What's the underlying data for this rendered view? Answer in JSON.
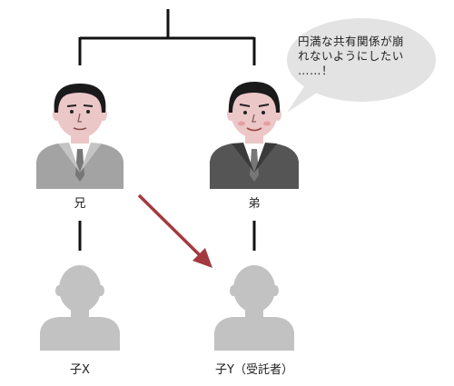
{
  "people": {
    "older_brother": {
      "label": "兄"
    },
    "younger_brother": {
      "label": "弟"
    },
    "child_x": {
      "label": "子X"
    },
    "child_y": {
      "label": "子Y（受託者）"
    }
  },
  "speech_bubble": {
    "line1": "円満な共有関係が崩",
    "line2": "れないようにしたい",
    "line3": "……！"
  },
  "colors": {
    "line": "#111111",
    "arrow": "#a33a3f",
    "bubble": "#e3e3e3",
    "silhouette": "#c2c2c2",
    "suit_light": "#a3a3a3",
    "suit_dark": "#555555",
    "skin": "#ecc7c8"
  }
}
